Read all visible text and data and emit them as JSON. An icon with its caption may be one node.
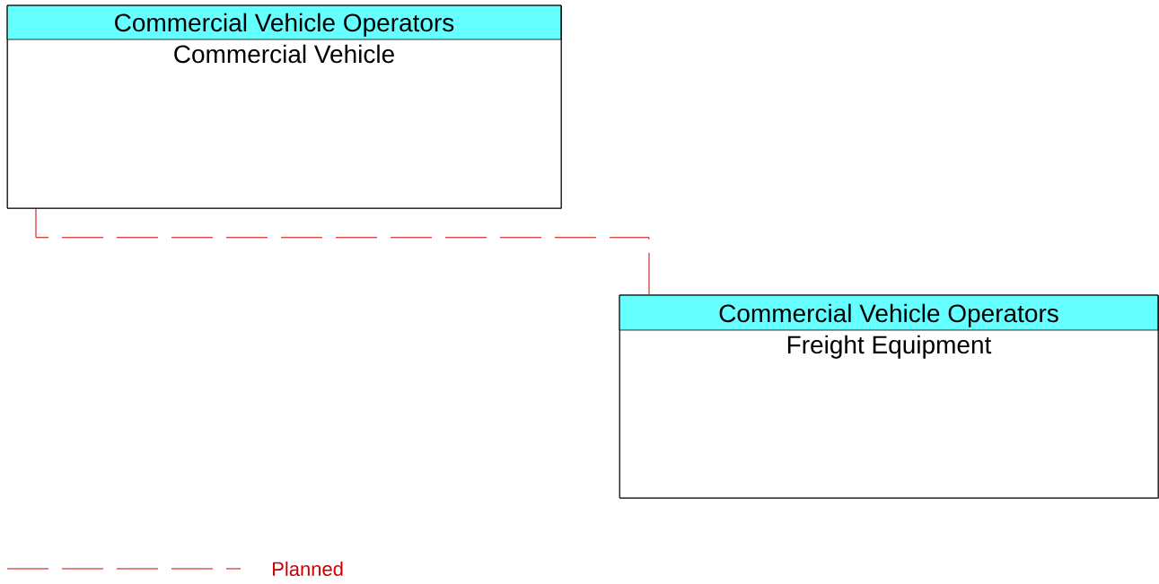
{
  "diagram": {
    "nodes": [
      {
        "text": [
          "Commercial Vehicle Operators",
          "Commercial Vehicle"
        ]
      },
      {
        "text": [
          "Commercial Vehicle Operators",
          "Freight Equipment"
        ]
      }
    ],
    "edges": [
      {
        "from": 0,
        "to": 1,
        "arrow": "none",
        "style": "dashed",
        "color": "#cc0000"
      }
    ],
    "legend": [
      {
        "text": "Planned"
      }
    ]
  }
}
